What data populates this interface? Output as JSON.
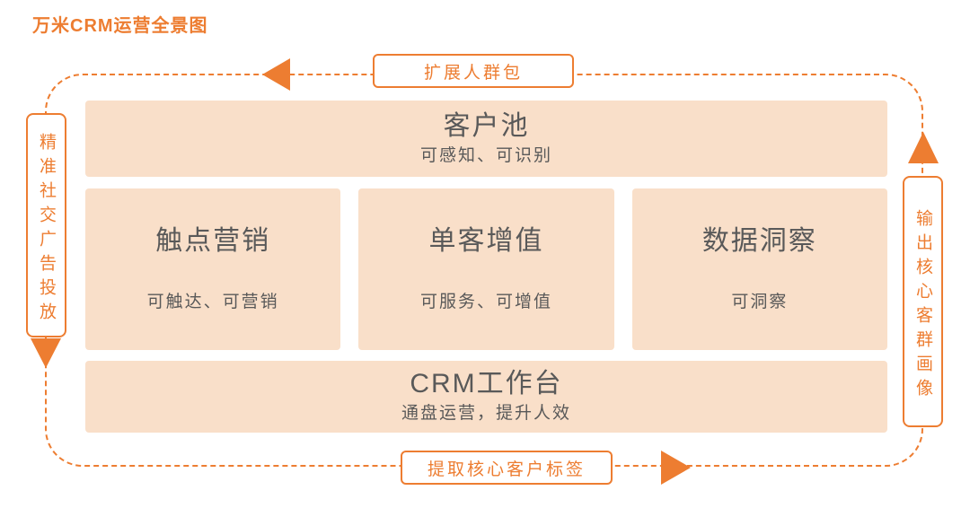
{
  "page": {
    "title": "万米CRM运营全景图"
  },
  "colors": {
    "accent": "#ED7D31",
    "block_bg": "#F9DFC9",
    "block_text": "#595959",
    "background": "#FFFFFF"
  },
  "flow": {
    "top_label": "扩展人群包",
    "bottom_label": "提取核心客户标签",
    "left_label": "精准社交广告投放",
    "right_label": "输出核心客群画像",
    "arrow_icons": [
      "arrow-left-icon",
      "arrow-up-icon",
      "arrow-down-icon",
      "arrow-right-icon"
    ]
  },
  "blocks": {
    "pool": {
      "title": "客户池",
      "subtitle": "可感知、可识别"
    },
    "middle": [
      {
        "title": "触点营销",
        "subtitle": "可触达、可营销"
      },
      {
        "title": "单客增值",
        "subtitle": "可服务、可增值"
      },
      {
        "title": "数据洞察",
        "subtitle": "可洞察"
      }
    ],
    "workbench": {
      "title": "CRM工作台",
      "subtitle": "通盘运营，提升人效"
    }
  }
}
